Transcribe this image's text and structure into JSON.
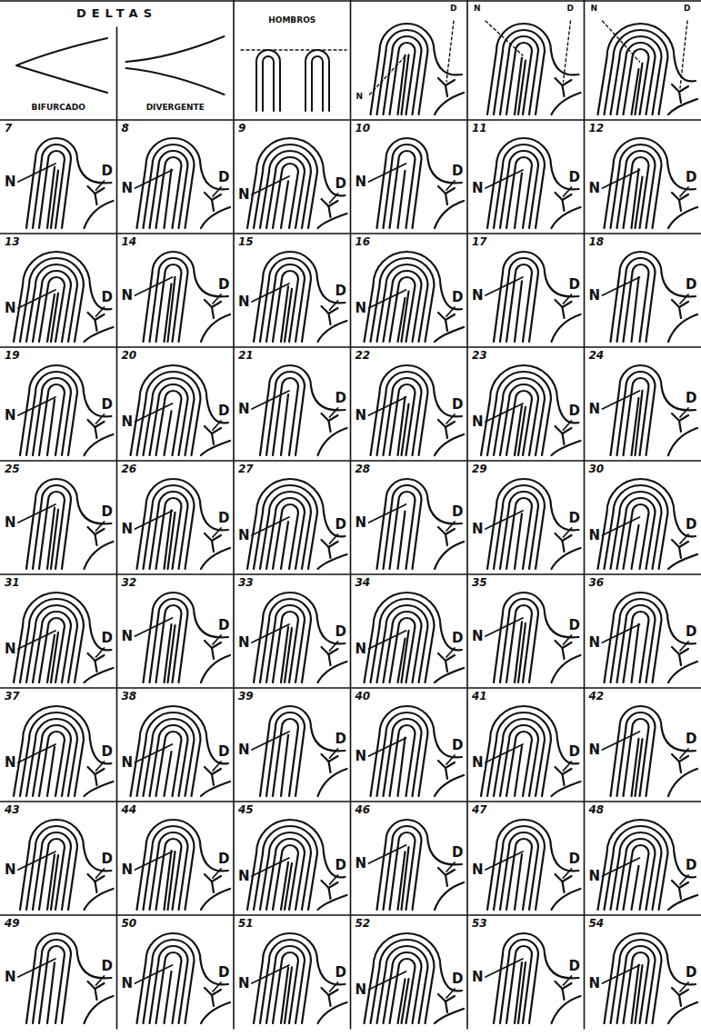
{
  "diagram": {
    "labels": [
      "DELTAS",
      "BIFURCADO",
      "DIVERGENTE",
      "HOMBROS",
      "N",
      "D",
      "N",
      "D",
      "N",
      "D",
      "7",
      "N",
      "D",
      "8",
      "N",
      "D",
      "9",
      "N",
      "D",
      "10",
      "N",
      "D",
      "11",
      "N",
      "D",
      "12",
      "N",
      "D",
      "13",
      "N",
      "D",
      "14",
      "N",
      "D",
      "15",
      "N",
      "D",
      "16",
      "N",
      "D",
      "17",
      "N",
      "D",
      "18",
      "N",
      "D",
      "19",
      "N",
      "D",
      "20",
      "N",
      "D",
      "21",
      "N",
      "D",
      "22",
      "N",
      "D",
      "23",
      "N",
      "D",
      "24",
      "N",
      "D",
      "25",
      "N",
      "D",
      "26",
      "N",
      "D",
      "27",
      "N",
      "D",
      "28",
      "N",
      "D",
      "29",
      "N",
      "D",
      "30",
      "N",
      "D",
      "31",
      "N",
      "D",
      "32",
      "N",
      "D",
      "33",
      "N",
      "D",
      "34",
      "N",
      "D",
      "35",
      "N",
      "D",
      "36",
      "N",
      "D",
      "37",
      "N",
      "D",
      "38",
      "N",
      "D",
      "39",
      "N",
      "D",
      "40",
      "N",
      "D",
      "41",
      "N",
      "D",
      "42",
      "N",
      "D",
      "43",
      "N",
      "D",
      "44",
      "N",
      "D",
      "45",
      "N",
      "D",
      "46",
      "N",
      "D",
      "47",
      "N",
      "D",
      "48",
      "N",
      "D",
      "49",
      "N",
      "D",
      "50",
      "N",
      "D",
      "51",
      "N",
      "D",
      "52",
      "N",
      "D",
      "53",
      "N",
      "D",
      "54",
      "N",
      "D"
    ]
  }
}
